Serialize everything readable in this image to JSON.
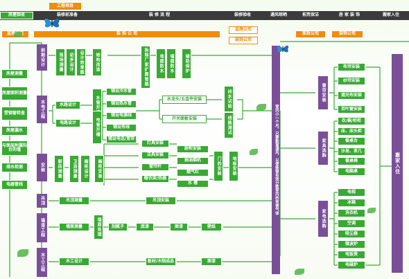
{
  "header": {
    "project_label": "工程项目",
    "stages": [
      "房屋验收",
      "装修前准备",
      "装  修  流  程",
      "装修验收",
      "通风晾晒",
      "拓荒保洁",
      "居 家 装 饰",
      "搬家入住"
    ]
  },
  "row2": {
    "supervisor_left": "监理公司",
    "company_bar": "装 饰 公 司",
    "supervisor_right": "监理公司",
    "company_right": "装饰公司",
    "home_company": "家政公司",
    "deco_company": "装饰公司"
  },
  "left_checks": [
    "房屋测量",
    "房屋面积测量",
    "塑钢窗检查",
    "房屋漏水",
    "与面层附属阳台的墙",
    "排水检测",
    "电器管线"
  ],
  "main_column": [
    "前期设计",
    "水电工程",
    "安装",
    "吊顶",
    "墙漆工程",
    "木工工程"
  ],
  "design": [
    "现场测量",
    "初步设计",
    "设计效果图",
    "结构改造",
    "拆除厂家扩算管路",
    "地面防水",
    "墙面防水",
    "辅助保护"
  ],
  "water_electric": [
    "水路设计",
    "电路设计",
    "水管开槽",
    "电管开槽",
    "铺设冷水管",
    "铺设热水管",
    "铺设电源线",
    "铺设有线",
    "铺设电话/宽带"
  ],
  "fixtures": [
    "水龙头/五金件安装",
    "开关面板安装",
    "闭水试验",
    "线路测试"
  ],
  "install": [
    "厨房测量",
    "卫浴测量",
    "橱柜设计",
    "橱柜安装",
    "灯具安装",
    "厨柜安装",
    "洁具安装",
    "抽油烟机",
    "窗帘杆",
    "燃气灶",
    "暖衣架/热器",
    "水 槽",
    "门的安装",
    "地板安装"
  ],
  "ceiling": [
    "吊顶测量",
    "吊顶安装"
  ],
  "wall": [
    "墙面测量",
    "墙面处理",
    "刮腻子",
    "底漆",
    "面漆",
    "壁纸"
  ],
  "wood": [
    "木工设计",
    "板材/木制成品",
    "面漆"
  ],
  "vertical_banner": "室内小一个月，只要勤窗通风，以便能够有效分散室内的有害气体",
  "soft_furnish": {
    "title": "窗帘安装",
    "items": [
      "布帘安装",
      "纱帘安装",
      "遮光布安装",
      "百叶窗安装"
    ]
  },
  "furniture": {
    "title": "家具选购",
    "items": [
      "衣/橱/柜柜",
      "床、床头柜",
      "餐桌台",
      "沙发、茶几",
      "餐桌椅",
      "电脑桌"
    ]
  },
  "appliance": {
    "title": "家电选购",
    "items": [
      "电视",
      "冰箱",
      "洗衣机",
      "空调",
      "吸尘器",
      "微波炉",
      "电饭煲",
      "电磁炉"
    ]
  },
  "move_in": "搬家入住",
  "colors": {
    "green": "#39a934",
    "orange": "#f18c0c",
    "purple": "#7a4f98",
    "dark": "#3b3b3b"
  }
}
